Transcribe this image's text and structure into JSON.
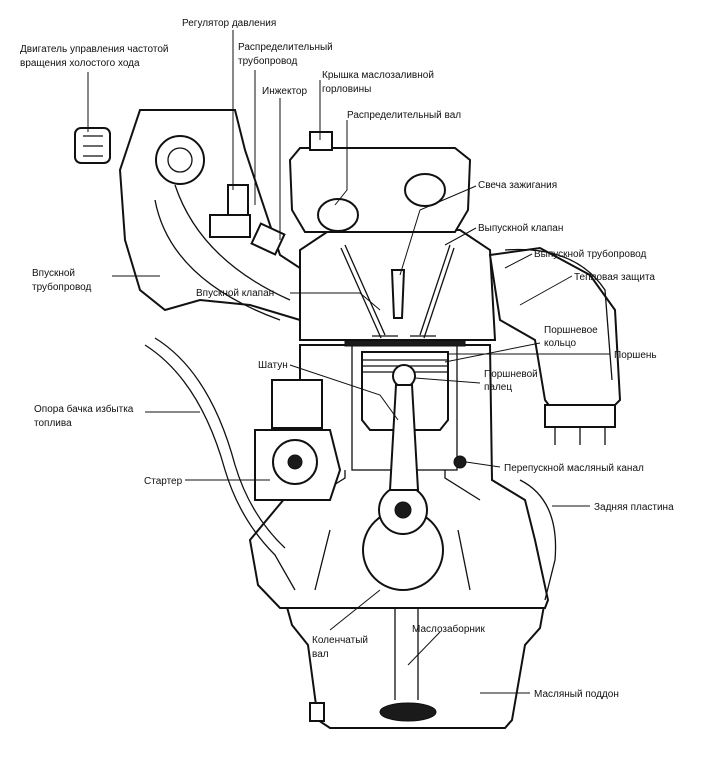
{
  "labels": {
    "idle_motor_l1": "Двигатель управления частотой",
    "idle_motor_l2": "вращения холостого хода",
    "pressure_reg": "Регулятор давления",
    "fuel_rail_l1": "Распределительный",
    "fuel_rail_l2": "трубопровод",
    "injector": "Инжектор",
    "filler_cap_l1": "Крышка маслозаливной",
    "filler_cap_l2": "горловины",
    "camshaft": "Распределительный вал",
    "spark_plug": "Свеча зажигания",
    "exhaust_valve": "Выпускной клапан",
    "exhaust_manifold": "Выпускной трубопровод",
    "heat_shield": "Тепловая защита",
    "intake_manifold_l1": "Впускной",
    "intake_manifold_l2": "трубопровод",
    "intake_valve": "Впускной клапан",
    "piston_ring_l1": "Поршневое",
    "piston_ring_l2": "кольцо",
    "piston": "Поршень",
    "conrod": "Шатун",
    "piston_pin_l1": "Поршневой",
    "piston_pin_l2": "палец",
    "tank_support_l1": "Опора бачка избытка",
    "tank_support_l2": "топлива",
    "starter": "Стартер",
    "oil_bypass": "Перепускной масляный канал",
    "rear_plate": "Задняя пластина",
    "crankshaft_l1": "Коленчатый",
    "crankshaft_l2": "вал",
    "oil_pickup": "Маслозаборник",
    "oil_pan": "Масляный поддон"
  }
}
